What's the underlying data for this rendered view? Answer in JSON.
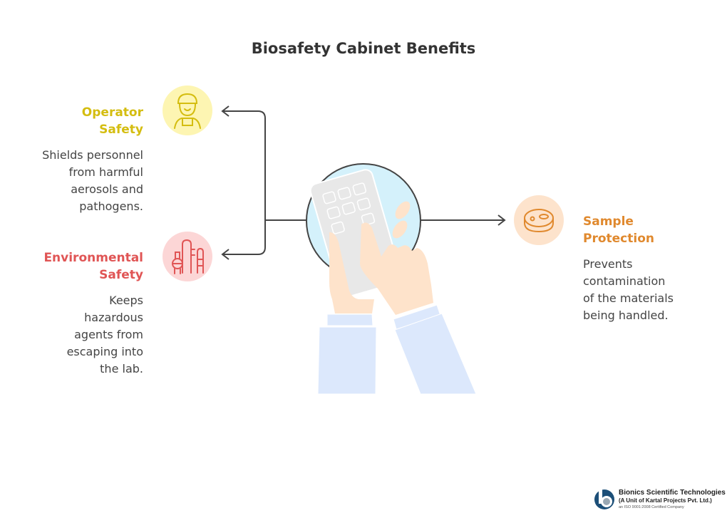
{
  "title": "Biosafety Cabinet Benefits",
  "colors": {
    "operator": "#d4bd10",
    "environmental": "#e05555",
    "sample": "#e0892e",
    "line": "#444444"
  },
  "items": [
    {
      "id": "operator",
      "title_lines": [
        "Operator",
        "Safety"
      ],
      "desc_lines": [
        "Shields personnel",
        "from harmful",
        "aerosols and",
        "pathogens."
      ],
      "icon": "worker-icon"
    },
    {
      "id": "environmental",
      "title_lines": [
        "Environmental",
        "Safety"
      ],
      "desc_lines": [
        "Keeps",
        "hazardous",
        "agents from",
        "escaping into",
        "the lab."
      ],
      "icon": "factory-icon"
    },
    {
      "id": "sample",
      "title_lines": [
        "Sample",
        "Protection"
      ],
      "desc_lines": [
        "Prevents",
        "contamination",
        "of the materials",
        "being handled."
      ],
      "icon": "petri-dish-icon"
    }
  ],
  "logo": {
    "name": "Bionics Scientific Technologies",
    "sub": "(A Unit of Kartal Projects Pvt. Ltd.)",
    "cert": "an ISO 9001:2008 Certified Company"
  }
}
